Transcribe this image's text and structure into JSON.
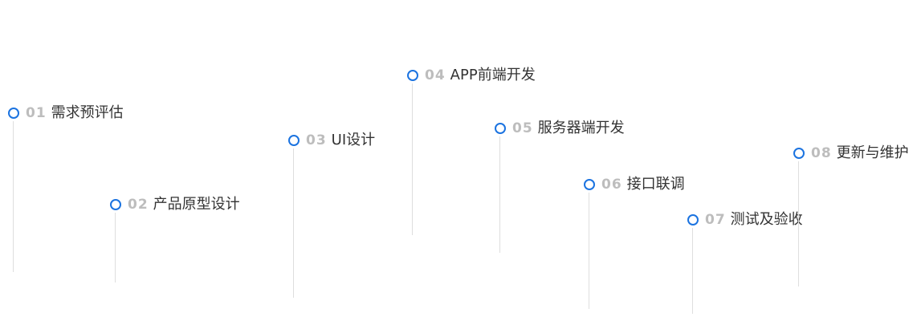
{
  "steps": [
    {
      "num": "01",
      "title": "需求预评估"
    },
    {
      "num": "02",
      "title": "产品原型设计"
    },
    {
      "num": "03",
      "title": "UI设计"
    },
    {
      "num": "04",
      "title": "APP前端开发"
    },
    {
      "num": "05",
      "title": "服务器端开发"
    },
    {
      "num": "06",
      "title": "接口联调"
    },
    {
      "num": "07",
      "title": "测试及验收"
    },
    {
      "num": "08",
      "title": "更新与维护"
    }
  ],
  "colors": {
    "dot_border": "#1b73e0",
    "number": "#bdbdbd",
    "title": "#333333",
    "line": "#dedede"
  }
}
